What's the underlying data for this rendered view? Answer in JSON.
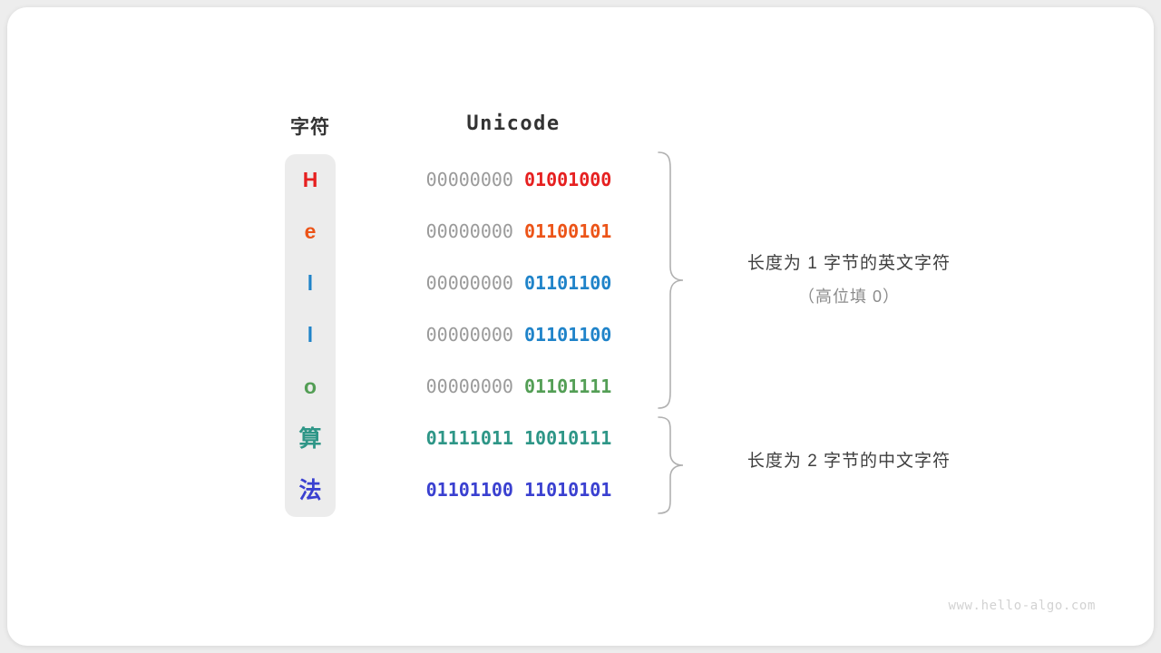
{
  "headers": {
    "character": "字符",
    "unicode": "Unicode"
  },
  "colors": {
    "H": "#e62020",
    "e": "#ec5418",
    "l": "#1f83c9",
    "o": "#539e55",
    "suan": "#2e9687",
    "fa": "#3a40d0",
    "high_bits": "#9a9a9a",
    "panel": "#ececec",
    "card": "#ffffff",
    "page": "#ededed"
  },
  "rows": [
    {
      "char": "H",
      "high": "00000000",
      "low": "01001000",
      "color": "#e62020",
      "cjk": false,
      "low_only": false
    },
    {
      "char": "e",
      "high": "00000000",
      "low": "01100101",
      "color": "#ec5418",
      "cjk": false,
      "low_only": false
    },
    {
      "char": "l",
      "high": "00000000",
      "low": "01101100",
      "color": "#1f83c9",
      "cjk": false,
      "low_only": false
    },
    {
      "char": "l",
      "high": "00000000",
      "low": "01101100",
      "color": "#1f83c9",
      "cjk": false,
      "low_only": false
    },
    {
      "char": "o",
      "high": "00000000",
      "low": "01101111",
      "color": "#539e55",
      "cjk": false,
      "low_only": false
    },
    {
      "char": "算",
      "high": "01111011",
      "low": "10010111",
      "color": "#2e9687",
      "cjk": true,
      "low_only": true
    },
    {
      "char": "法",
      "high": "01101100",
      "low": "11010101",
      "color": "#3a40d0",
      "cjk": true,
      "low_only": true
    }
  ],
  "annotations": {
    "one_byte": {
      "main": "长度为 1 字节的英文字符",
      "sub": "（高位填 0）"
    },
    "two_byte": {
      "main": "长度为 2 字节的中文字符",
      "sub": ""
    }
  },
  "watermark": "www.hello-algo.com"
}
